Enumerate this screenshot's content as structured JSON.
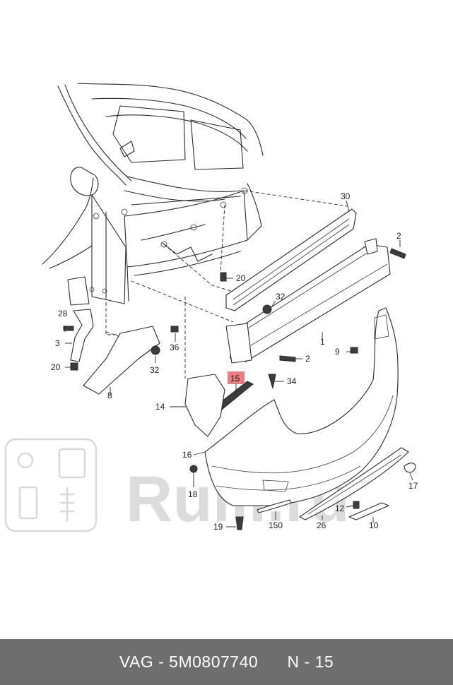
{
  "footer": {
    "brand": "VAG",
    "separator": "-",
    "part_number": "5M0807740",
    "position_label": "N - 15"
  },
  "watermark": {
    "text": "Rulli.ru"
  },
  "callouts": {
    "c1": "1",
    "c2a": "2",
    "c2b": "2",
    "c3": "3",
    "c8": "8",
    "c9": "9",
    "c10": "10",
    "c12": "12",
    "c14": "14",
    "c15": "15",
    "c16": "16",
    "c17": "17",
    "c18": "18",
    "c19": "19",
    "c20a": "20",
    "c20b": "20",
    "c26": "26",
    "c28": "28",
    "c30": "30",
    "c32a": "32",
    "c32b": "32",
    "c34": "34",
    "c36": "36",
    "c150": "150"
  },
  "highlight_color": "#e8666e"
}
